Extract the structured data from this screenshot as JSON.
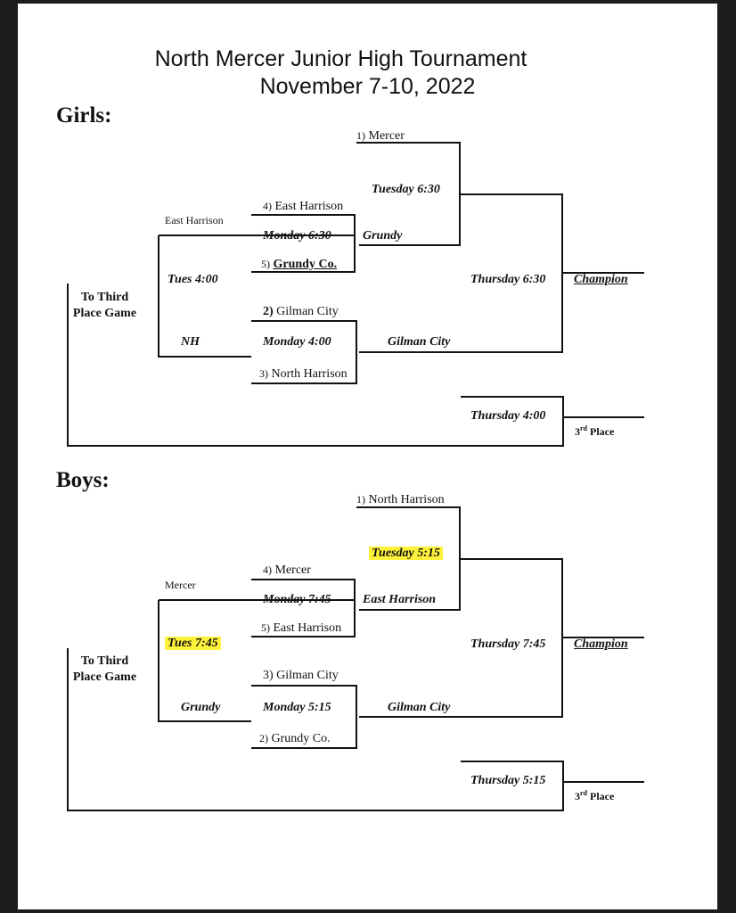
{
  "title_line1": "North Mercer Junior High Tournament",
  "title_line2": "November 7-10, 2022",
  "girls": {
    "heading": "Girls:",
    "seed1": "1)",
    "seed1_team": "Mercer",
    "semi_time": "Tuesday 6:30",
    "seed4": "4)",
    "seed4_team": "East Harrison",
    "qf1_loser": "East Harrison",
    "qf1_time": "Monday 6:30",
    "qf1_winner": "Grundy",
    "seed5": "5)",
    "seed5_team": "Grundy Co.",
    "consolation_time": "Tues 4:00",
    "final_time": "Thursday 6:30",
    "champion": "Champion",
    "to_third_line1": "To Third",
    "to_third_line2": "Place Game",
    "seed2": "2)",
    "seed2_team": "Gilman City",
    "consolation_bottom": "NH",
    "qf2_time": "Monday 4:00",
    "qf2_winner": "Gilman City",
    "seed3": "3)",
    "seed3_team": "North Harrison",
    "third_time": "Thursday 4:00",
    "third_place_num": "3",
    "third_place_sup": "rd",
    "third_place_label": "Place"
  },
  "boys": {
    "heading": "Boys:",
    "seed1": "1)",
    "seed1_team": "North Harrison",
    "semi_time": "Tuesday 5:15",
    "seed4": "4)",
    "seed4_team": "Mercer",
    "qf1_loser": "Mercer",
    "qf1_time": "Monday 7:45",
    "qf1_winner": "East Harrison",
    "seed5": "5)",
    "seed5_team": "East Harrison",
    "consolation_time": "Tues 7:45",
    "final_time": "Thursday 7:45",
    "champion": "Champion",
    "to_third_line1": "To Third",
    "to_third_line2": "Place Game",
    "seed2": "3)",
    "seed2_team": "Gilman City",
    "consolation_bottom": "Grundy",
    "qf2_time": "Monday 5:15",
    "qf2_winner": "Gilman City",
    "seed3": "2)",
    "seed3_team": "Grundy Co.",
    "third_time": "Thursday 5:15",
    "third_place_num": "3",
    "third_place_sup": "rd",
    "third_place_label": "Place"
  },
  "colors": {
    "highlight": "#fff23a",
    "line": "#111111"
  }
}
